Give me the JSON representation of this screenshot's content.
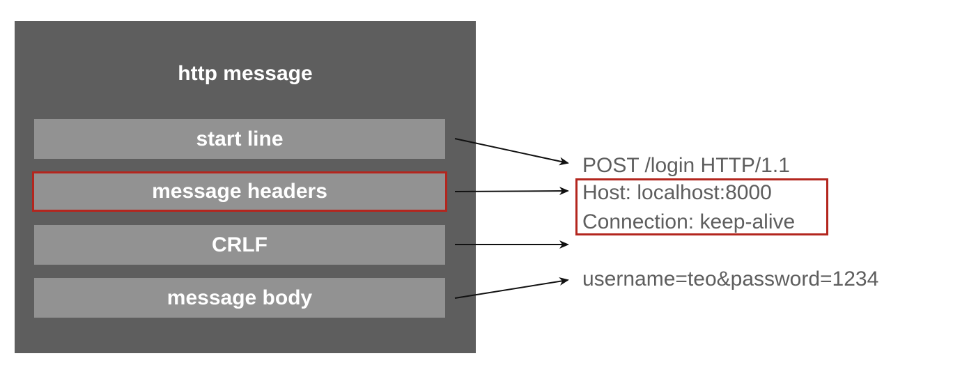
{
  "diagram": {
    "title": "http message",
    "parts": [
      {
        "label": "start line",
        "highlighted": false
      },
      {
        "label": "message headers",
        "highlighted": true
      },
      {
        "label": "CRLF",
        "highlighted": false
      },
      {
        "label": "message body",
        "highlighted": false
      }
    ],
    "example": {
      "start_line": "POST /login HTTP/1.1",
      "headers": [
        "Host: localhost:8000",
        "Connection: keep-alive"
      ],
      "body": "username=teo&password=1234"
    },
    "colors": {
      "container": "#5e5e5e",
      "row": "#929292",
      "highlight": "#b3261e",
      "text_light": "#ffffff",
      "text_dark": "#5e5e5e"
    }
  }
}
